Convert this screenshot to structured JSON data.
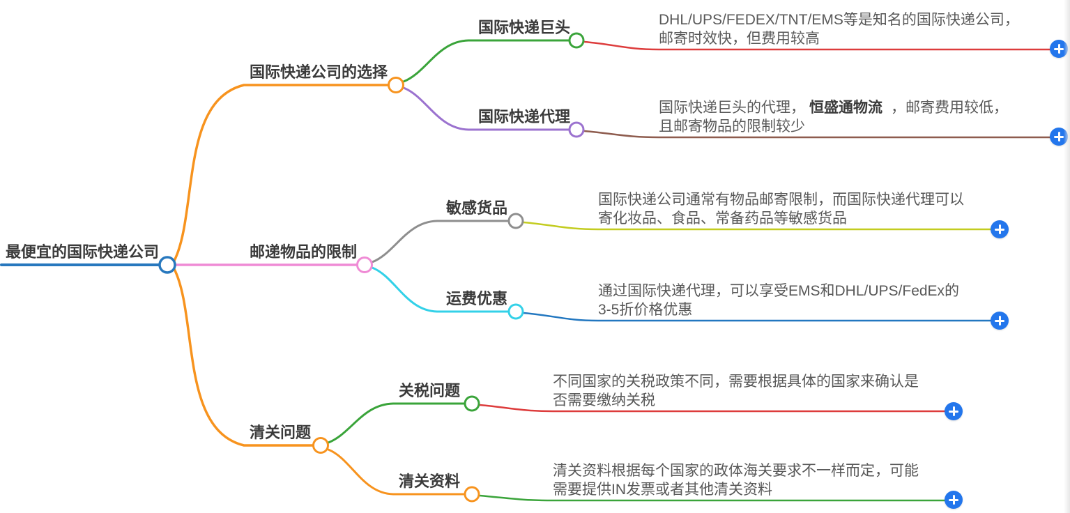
{
  "root": {
    "label": "最便宜的国际快递公司"
  },
  "branches": [
    {
      "label": "国际快递公司的选择",
      "children": [
        {
          "label": "国际快递巨头",
          "note_lines": [
            "DHL/UPS/FEDEX/TNT/EMS等是知名的国际快递公司，",
            "邮寄时效快，但费用较高"
          ]
        },
        {
          "label": "国际快递代理",
          "note_rich": {
            "prefix": "国际快递巨头的代理，",
            "bold": "恒盛通物流",
            "suffix": "，邮寄费用较低，",
            "line2": "且邮寄物品的限制较少"
          }
        }
      ]
    },
    {
      "label": "邮递物品的限制",
      "children": [
        {
          "label": "敏感货品",
          "note_lines": [
            "国际快递公司通常有物品邮寄限制，而国际快递代理可以",
            "寄化妆品、食品、常备药品等敏感货品"
          ]
        },
        {
          "label": "运费优惠",
          "note_lines": [
            "通过国际快递代理，可以享受EMS和DHL/UPS/FedEx的",
            "3-5折价格优惠"
          ]
        }
      ]
    },
    {
      "label": "清关问题",
      "children": [
        {
          "label": "关税问题",
          "note_lines": [
            "不同国家的关税政策不同，需要根据具体的国家来确认是",
            "否需要缴纳关税"
          ]
        },
        {
          "label": "清关资料",
          "note_lines": [
            "清关资料根据每个国家的政体海关要求不一样而定，可能",
            "需要提供IN发票或者其他清关资料"
          ]
        }
      ]
    }
  ],
  "colors": {
    "root_blue": "#2878BE",
    "branch_orange": "#F7931E",
    "leaf_green": "#3AA43A",
    "leaf_purple": "#9B72CF",
    "branch_pink": "#EF8BD5",
    "leaf_gray": "#8E8E8E",
    "leaf_cyan": "#33D1E8",
    "connector_red": "#DD3C3C",
    "connector_brown": "#8E5C4E",
    "connector_yellowgreen": "#C3CC20",
    "connector_blue": "#2277C0",
    "add_button_blue": "#2376EC"
  }
}
